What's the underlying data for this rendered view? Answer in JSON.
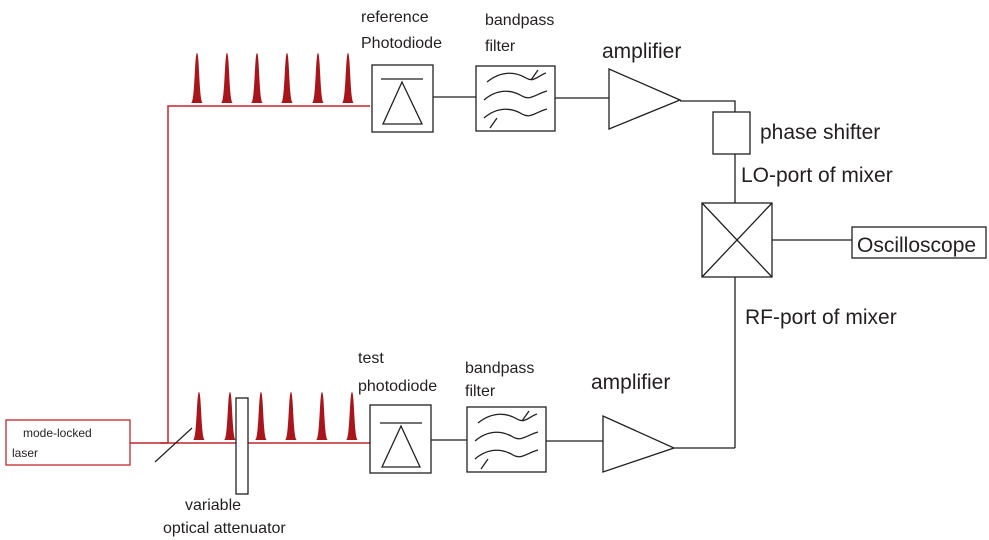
{
  "labels": {
    "laser": [
      "mode-locked",
      "laser"
    ],
    "ref_pd": [
      "reference",
      "Photodiode"
    ],
    "bp_top": [
      "bandpass",
      "filter"
    ],
    "amp_top": "amplifier",
    "phase": "phase shifter",
    "lo": "LO-port of mixer",
    "rf": "RF-port of mixer",
    "osc": "Oscilloscope",
    "test_pd": [
      "test",
      "photodiode"
    ],
    "bp_bot": [
      "bandpass",
      "filter"
    ],
    "amp_bot": "amplifier",
    "attenuator": [
      "variable",
      "optical attenuator"
    ]
  },
  "colors": {
    "beam": "#c1272d",
    "pulse": "#a8161c",
    "line": "#231f20"
  },
  "icons": {
    "photodiode": "photodiode-icon",
    "filter": "bandpass-filter-icon",
    "amplifier": "amplifier-triangle-icon",
    "mixer": "mixer-cross-icon",
    "pulse": "pulse-icon"
  }
}
